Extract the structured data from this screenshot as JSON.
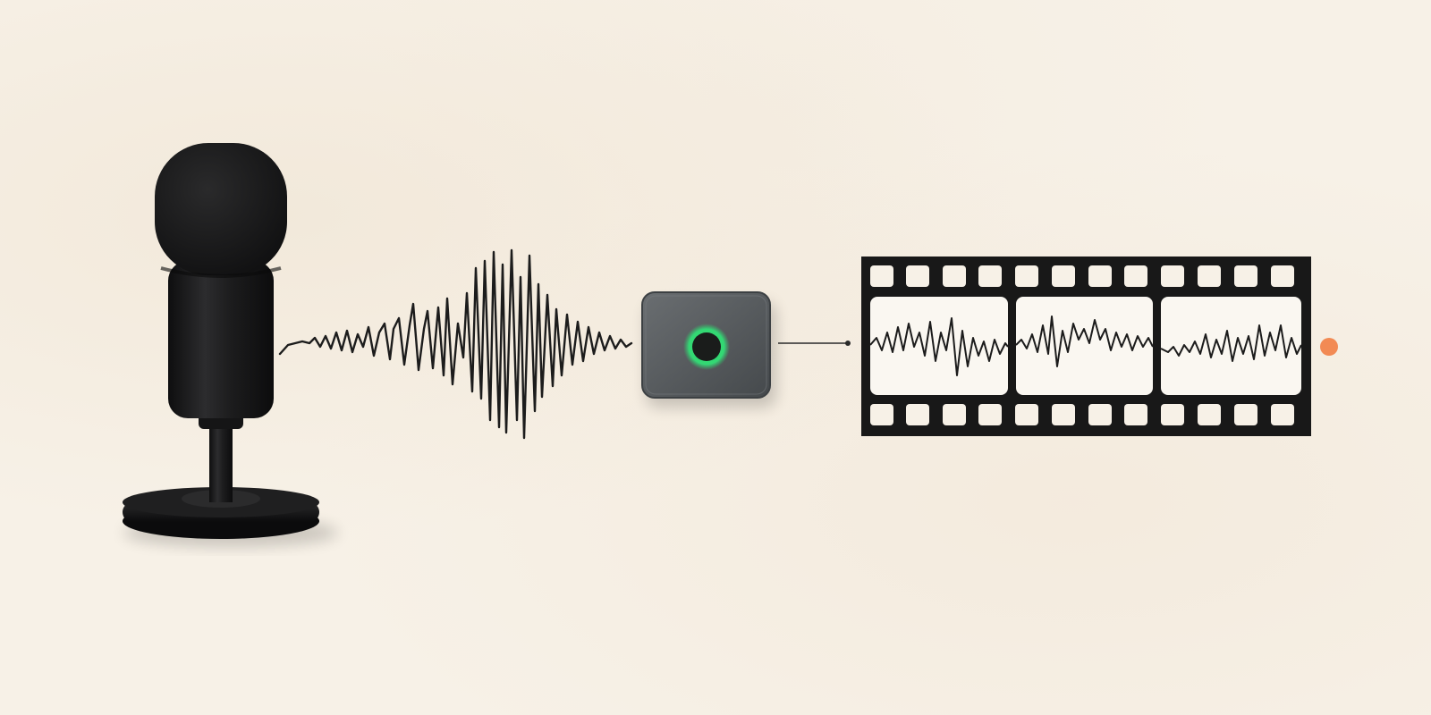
{
  "scene": {
    "description_items": [
      {
        "name": "microphone",
        "icon": "microphone-icon"
      },
      {
        "name": "sound-waveform",
        "icon": "waveform-icon"
      },
      {
        "name": "processor-device",
        "icon": "device-icon"
      },
      {
        "name": "film-strip",
        "icon": "film-strip-icon"
      },
      {
        "name": "end-marker",
        "icon": "dot-icon"
      }
    ],
    "colors": {
      "background": "#f7f1e7",
      "microphone": "#1b1b1c",
      "device": "#55595c",
      "device_led": "#2fd06a",
      "film": "#1a1a1a",
      "accent_dot": "#f28a54",
      "ink": "#1c1c1c"
    }
  }
}
